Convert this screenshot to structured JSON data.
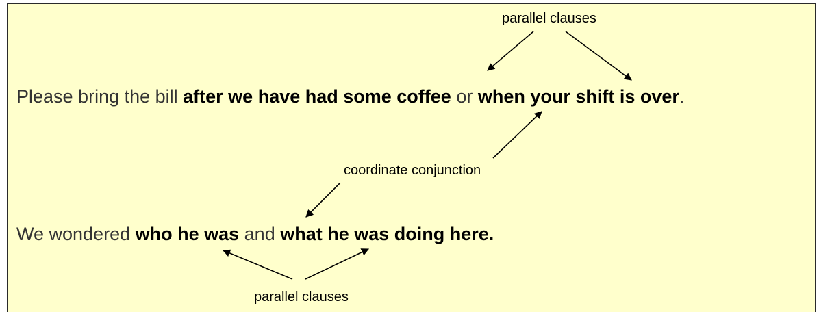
{
  "labels": {
    "parallel_top": "parallel clauses",
    "coordinate": "coordinate conjunction",
    "parallel_bottom": "parallel clauses"
  },
  "sentence1": {
    "part1": "Please bring the bill ",
    "clause1": "after we have had some coffee",
    "conj": " or ",
    "clause2": "when your shift is over",
    "end": "."
  },
  "sentence2": {
    "part1": "We wondered ",
    "clause1": "who he was",
    "conj": " and ",
    "clause2": "what he was doing here."
  },
  "colors": {
    "background": "#ffffcc",
    "border": "#2a2a2a",
    "text": "#000000"
  }
}
